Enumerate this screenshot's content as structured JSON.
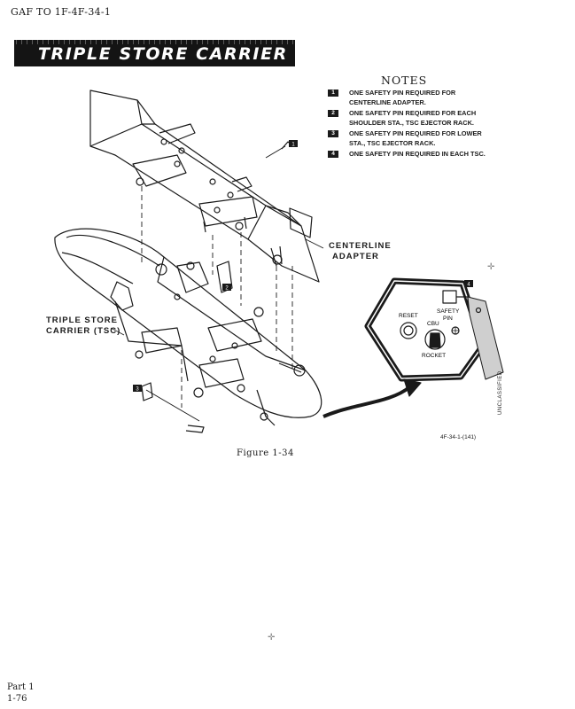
{
  "header": {
    "doc_id": "GAF TO 1F-4F-34-1"
  },
  "title": "TRIPLE STORE CARRIER (TSC)",
  "notes": {
    "heading": "NOTES",
    "items": [
      {
        "num": "1",
        "lines": [
          "ONE SAFETY PIN REQUIRED FOR",
          "CENTERLINE ADAPTER."
        ]
      },
      {
        "num": "2",
        "lines": [
          "ONE SAFETY PIN REQUIRED FOR EACH",
          "SHOULDER STA., TSC EJECTOR RACK."
        ]
      },
      {
        "num": "3",
        "lines": [
          "ONE SAFETY PIN REQUIRED FOR LOWER",
          "STA., TSC EJECTOR RACK."
        ]
      },
      {
        "num": "4",
        "lines": [
          "ONE SAFETY PIN REQUIRED IN EACH TSC."
        ]
      }
    ]
  },
  "callouts": {
    "centerline_adapter": [
      "CENTERLINE",
      "ADAPTER"
    ],
    "tsc": [
      "TRIPLE STORE",
      "CARRIER (TSC)"
    ]
  },
  "panel": {
    "reset": "RESET",
    "safety_pin": [
      "SAFETY",
      "PIN"
    ],
    "cbu": "CBU",
    "rocket": "ROCKET"
  },
  "callout_numbers": {
    "adapter_pin": "1",
    "shoulder_pin": "2",
    "lower_pin": "3",
    "panel_pin": "4"
  },
  "figure_ref": "4F-34-1-(141)",
  "classification": "UNCLASSIFIED",
  "figure_caption": "Figure 1-34",
  "footer": {
    "part": "Part 1",
    "page": "1-76"
  }
}
